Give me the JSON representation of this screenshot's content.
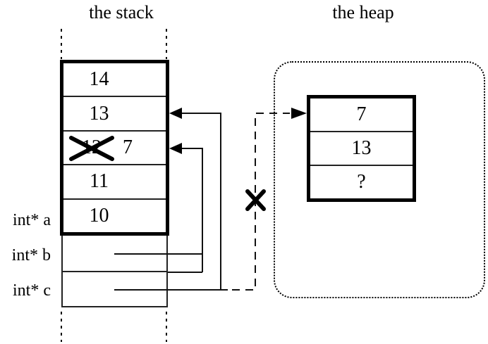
{
  "ink_color": "#000000",
  "titles": {
    "stack": "the stack",
    "heap": "the heap"
  },
  "stack": {
    "cells": [
      {
        "value": "14"
      },
      {
        "value": "13"
      },
      {
        "value": "12",
        "crossed_out": true,
        "replacement": "7"
      },
      {
        "value": "11"
      },
      {
        "value": "10"
      }
    ]
  },
  "pointer_labels": [
    {
      "text": "int* a"
    },
    {
      "text": "int* b"
    },
    {
      "text": "int* c"
    }
  ],
  "heap": {
    "cells": [
      {
        "value": "7"
      },
      {
        "value": "13"
      },
      {
        "value": "?"
      }
    ]
  },
  "icons": {
    "crossed_value": "cross-out-icon",
    "deleted_pointer": "cross-out-icon"
  }
}
